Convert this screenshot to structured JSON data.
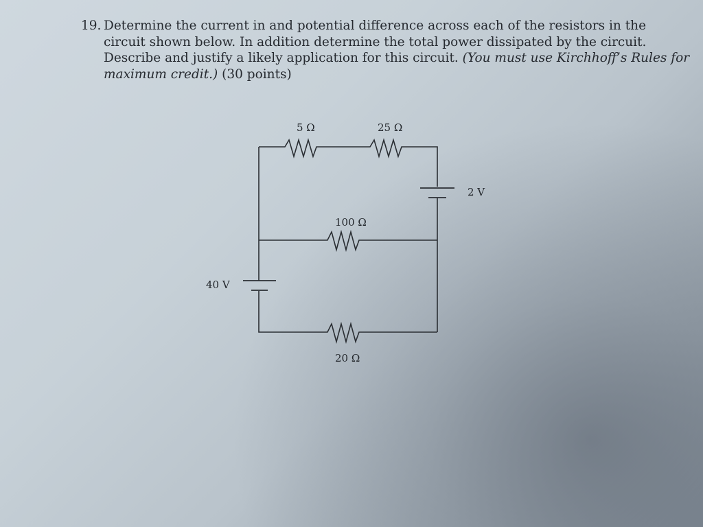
{
  "question": {
    "number": "19.",
    "line1": "Determine the current in and potential difference across each of the resistors in the",
    "line2": "circuit shown below. In addition determine the total power dissipated by the circuit.",
    "line3_text": "Describe and justify a likely application for this circuit.",
    "line3_italic": "(You must use Kirchhoff’s Rules for",
    "line4_italic": "maximum credit.)",
    "line4_text": "(30 points)"
  },
  "circuit": {
    "labels": {
      "r_top_left": "5 Ω",
      "r_top_right": "25 Ω",
      "r_middle": "100 Ω",
      "r_bottom": "20 Ω",
      "battery_right": "2 V",
      "battery_left": "40 V"
    }
  }
}
